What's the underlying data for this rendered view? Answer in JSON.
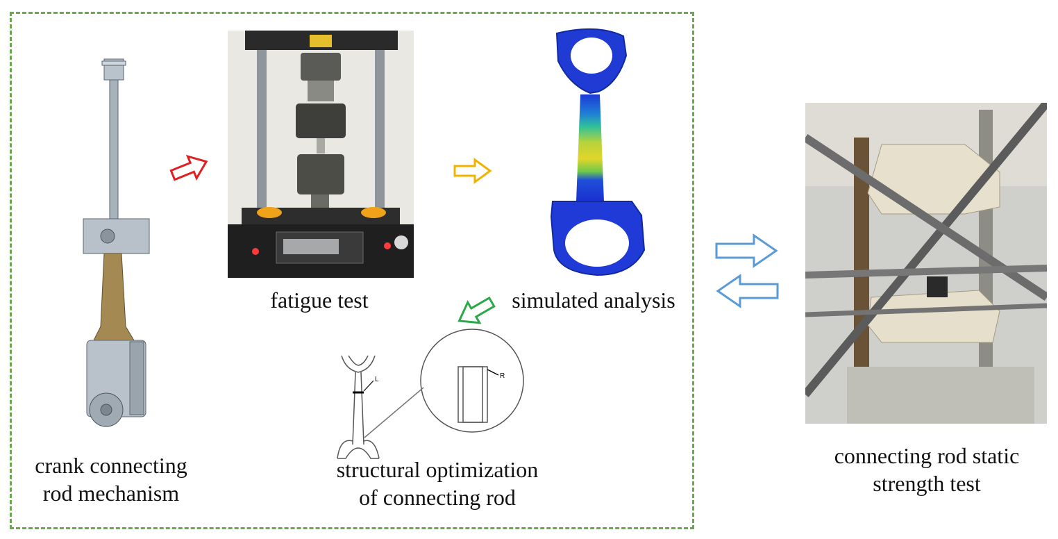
{
  "labels": {
    "crank": [
      "crank connecting",
      "rod mechanism"
    ],
    "fatigue": "fatigue test",
    "simulated": "simulated analysis",
    "optimization": [
      "structural optimization",
      "of connecting rod"
    ],
    "static": [
      "connecting rod static",
      "strength test"
    ]
  },
  "sketch_marks": {
    "length": "L",
    "radius": "R"
  },
  "colors": {
    "frame": "#6aa84f",
    "arrow_red": "#e02020",
    "arrow_yellow": "#f0b400",
    "arrow_green": "#2aa84a",
    "arrow_blue": "#5b9bd5"
  }
}
